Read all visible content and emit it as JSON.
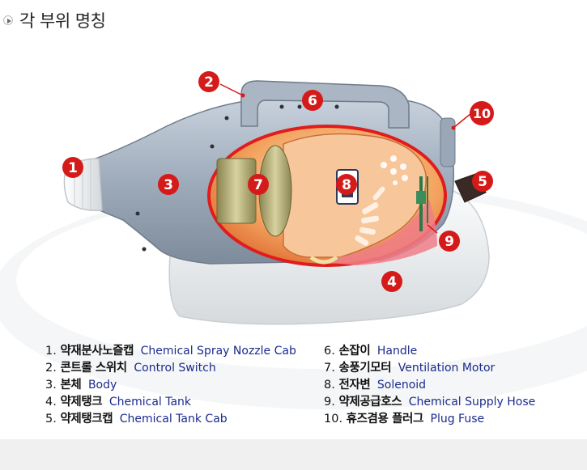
{
  "header": {
    "title": "각 부위 명칭"
  },
  "markers": [
    "1",
    "2",
    "3",
    "4",
    "5",
    "6",
    "7",
    "8",
    "9",
    "10"
  ],
  "legend": {
    "left": [
      {
        "num": "1.",
        "ko": "약재분사노즐캡",
        "en": "Chemical Spray Nozzle Cab"
      },
      {
        "num": "2.",
        "ko": "콘트롤 스위치",
        "en": "Control Switch"
      },
      {
        "num": "3.",
        "ko": "본체",
        "en": "Body"
      },
      {
        "num": "4.",
        "ko": "약제탱크",
        "en": "Chemical Tank"
      },
      {
        "num": "5.",
        "ko": "약제탱크캡",
        "en": "Chemical Tank Cab"
      }
    ],
    "right": [
      {
        "num": "6.",
        "ko": "손잡이",
        "en": "Handle"
      },
      {
        "num": "7.",
        "ko": "송풍기모터",
        "en": "Ventilation Motor"
      },
      {
        "num": "8.",
        "ko": "전자변",
        "en": "Solenoid"
      },
      {
        "num": "9.",
        "ko": "약제공급호스",
        "en": "Chemical Supply Hose"
      },
      {
        "num": "10.",
        "ko": "휴즈겸용 플러그",
        "en": "Plug Fuse"
      }
    ]
  },
  "colors": {
    "marker": "#d51a1a",
    "body": "#a9b6c6",
    "tank": "#eef0f1",
    "cutaway": "#f6a36b",
    "english_text": "#1b2a8c"
  }
}
